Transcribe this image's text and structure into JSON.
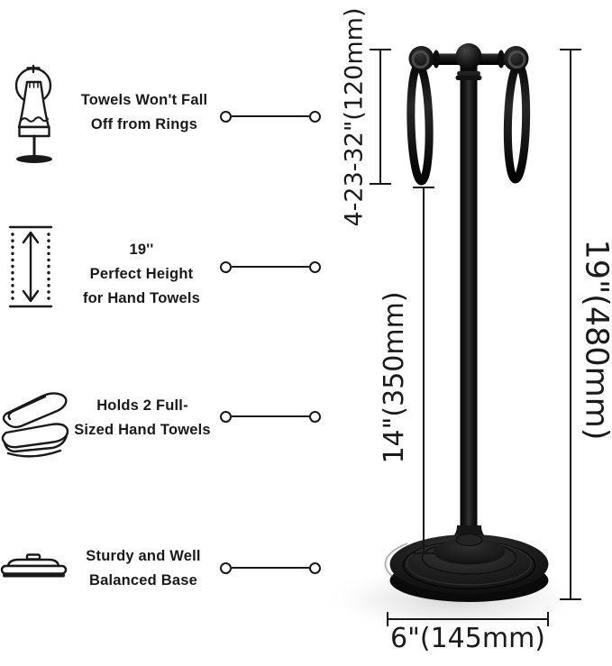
{
  "features": [
    {
      "icon": "hanging-towel-on-ring-icon",
      "lines": [
        "Towels Won't Fall",
        "Off from Rings"
      ]
    },
    {
      "icon": "height-range-arrow-icon",
      "lines": [
        "19''",
        "Perfect Height",
        "for Hand Towels"
      ]
    },
    {
      "icon": "folded-towels-icon",
      "lines": [
        "Holds 2 Full-",
        "Sized Hand Towels"
      ]
    },
    {
      "icon": "pedestal-base-icon",
      "lines": [
        "Sturdy and Well",
        "Balanced Base"
      ]
    }
  ],
  "dimensions": {
    "ring_drop": "4-23-32\"(120mm)",
    "pole_height": "14\"(350mm)",
    "overall_height": "19\"(480mm)",
    "base_width": "6\"(145mm)"
  },
  "colors": {
    "background": "#ffffff",
    "product_black": "#141414",
    "annotation": "#1a1a1a"
  }
}
